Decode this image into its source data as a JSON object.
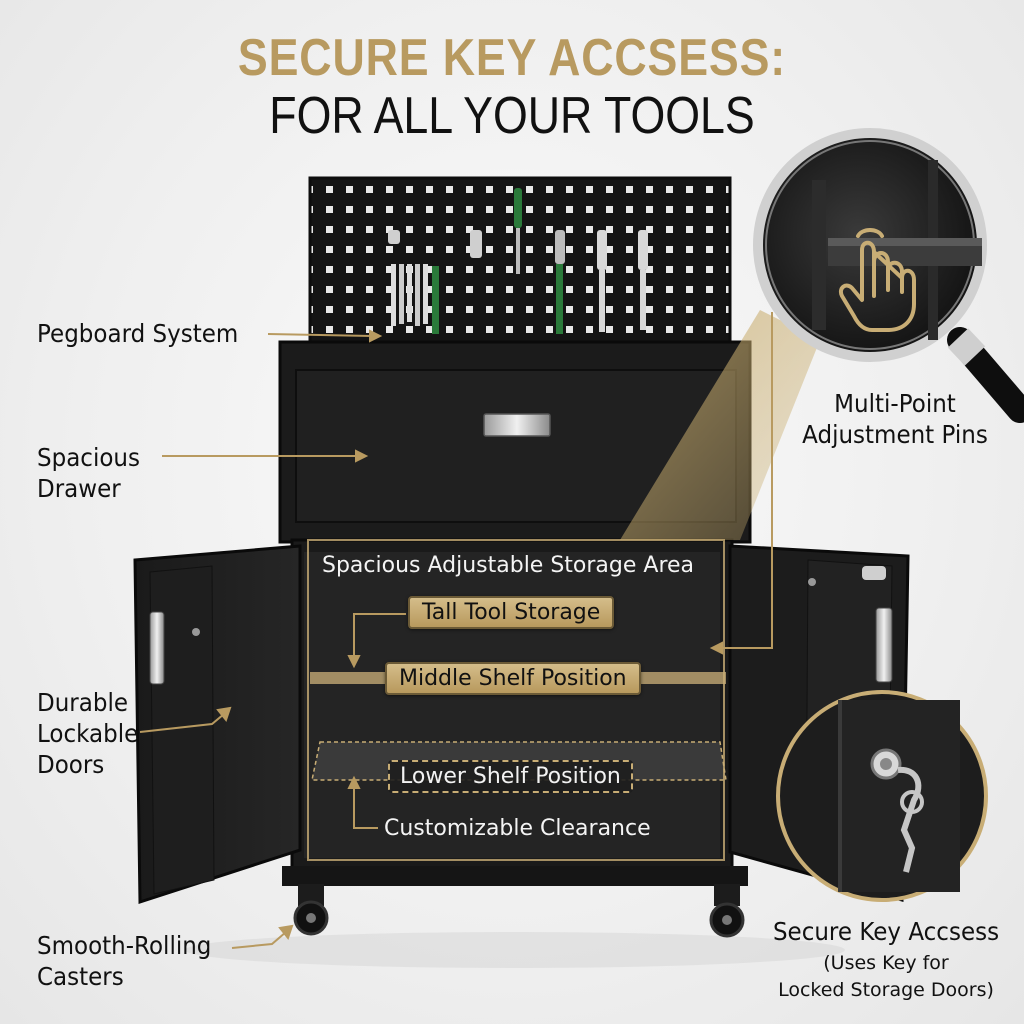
{
  "headline": {
    "line1": "SECURE KEY ACCSESS:",
    "line2": "FOR ALL YOUR TOOLS",
    "accent_color": "#b89a60",
    "dark_color": "#111111"
  },
  "callouts": {
    "pegboard": "Pegboard System",
    "drawer_line1": "Spacious",
    "drawer_line2": "Drawer",
    "doors_line1": "Durable",
    "doors_line2": "Lockable",
    "doors_line3": "Doors",
    "casters_line1": "Smooth-Rolling",
    "casters_line2": "Casters",
    "pins_line1": "Multi-Point",
    "pins_line2": "Adjustment Pins",
    "lock_title": "Secure Key Accsess",
    "lock_sub1": "(Uses Key for",
    "lock_sub2": "Locked Storage Doors)"
  },
  "storage": {
    "area_title": "Spacious Adjustable Storage Area",
    "tall": "Tall Tool Storage",
    "middle": "Middle Shelf Position",
    "lower": "Lower Shelf Position",
    "clearance": "Customizable Clearance"
  },
  "icons": {
    "magnifier": "magnifier-icon",
    "hand_pointer": "hand-pointer-icon",
    "key_lock": "key-lock-icon"
  }
}
